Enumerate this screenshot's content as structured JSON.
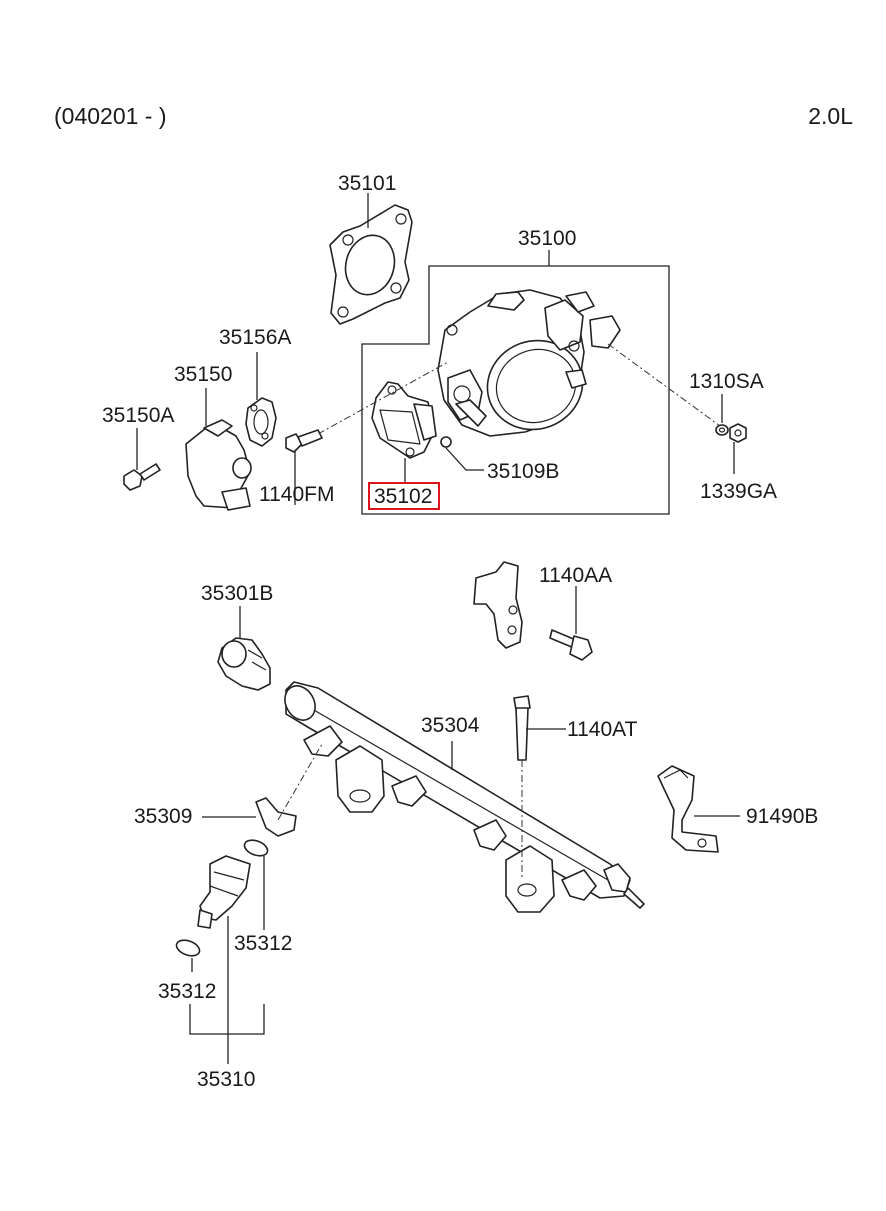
{
  "header": {
    "date_range": "(040201 - )",
    "engine": "2.0L"
  },
  "highlighted_part": "35102",
  "highlight_color": "#e0151b",
  "parts": {
    "p35101": "35101",
    "p35100": "35100",
    "p35156A": "35156A",
    "p35150": "35150",
    "p35150A": "35150A",
    "p1140FM": "1140FM",
    "p35102": "35102",
    "p35109B": "35109B",
    "p1310SA": "1310SA",
    "p1339GA": "1339GA",
    "p35301B": "35301B",
    "p1140AA": "1140AA",
    "p35304": "35304",
    "p1140AT": "1140AT",
    "p35309": "35309",
    "p91490B": "91490B",
    "p35312a": "35312",
    "p35312b": "35312",
    "p35310": "35310"
  }
}
